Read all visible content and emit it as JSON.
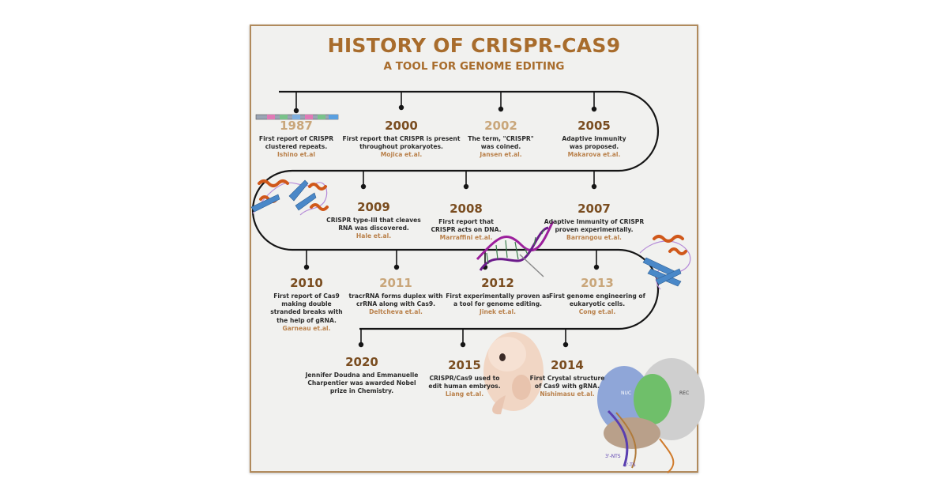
{
  "title": "HISTORY OF CRISPR-CAS9",
  "subtitle": "A TOOL FOR GENOME EDITING",
  "events": [
    {
      "year": "1987",
      "desc": "First report of CRISPR clustered repeats.",
      "ref": "Ishino et.al"
    },
    {
      "year": "2000",
      "desc": "First report that CRISPR is present throughout prokaryotes.",
      "ref": "Mojica et.al."
    },
    {
      "year": "2002",
      "desc": "The term, \"CRISPR\" was coined.",
      "ref": "Jansen et.al."
    },
    {
      "year": "2005",
      "desc": "Adaptive immunity was proposed.",
      "ref": "Makarova et.al."
    },
    {
      "year": "2009",
      "desc": "CRISPR type-III that cleaves RNA was discovered.",
      "ref": "Hale et.al."
    },
    {
      "year": "2008",
      "desc": "First report that CRISPR acts on DNA.",
      "ref": "Marraffini et.al."
    },
    {
      "year": "2007",
      "desc": "Adaptive Immunity of CRISPR proven experimentally.",
      "ref": "Barrangou et.al."
    },
    {
      "year": "2010",
      "desc": "First report of Cas9 making double stranded breaks with the help of gRNA.",
      "ref": "Garneau et.al."
    },
    {
      "year": "2011",
      "desc": "tracrRNA forms duplex with crRNA along with Cas9.",
      "ref": "Deltcheva et.al."
    },
    {
      "year": "2012",
      "desc": "First experimentally proven as a tool for genome editing.",
      "ref": "Jinek et.al."
    },
    {
      "year": "2013",
      "desc": "First genome engineering of eukaryotic cells.",
      "ref": "Cong et.al."
    },
    {
      "year": "2020",
      "desc": "Jennifer Doudna and Emmanuelle Charpentier was awarded Nobel prize in Chemistry.",
      "ref": ""
    },
    {
      "year": "2015",
      "desc": "CRISPR/Cas9 used to edit human embryos.",
      "ref": "Liang et.al."
    },
    {
      "year": "2014",
      "desc": "First Crystal structure of Cas9 with gRNA.",
      "ref": "Nishimasu et.al."
    }
  ],
  "structure_labels": {
    "nuc": "NUC",
    "rec": "REC",
    "nts": "3'-NTS",
    "ts": "5'-TS"
  },
  "colors": {
    "title": "#a86c2c",
    "year_dark": "#7a4d20",
    "year_light": "#c9a67a",
    "ref": "#b9804a",
    "line": "#151515"
  }
}
